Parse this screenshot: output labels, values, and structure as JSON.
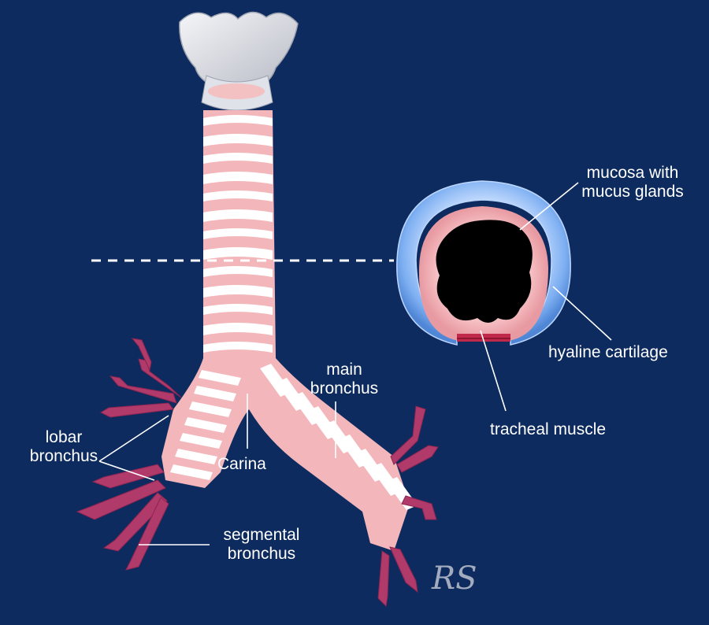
{
  "labels": {
    "mucosa_line1": "mucosa with",
    "mucosa_line2": "mucus glands",
    "hyaline": "hyaline cartilage",
    "tracheal_muscle": "tracheal muscle",
    "main_bronchus_line1": "main",
    "main_bronchus_line2": "bronchus",
    "lobar_line1": "lobar",
    "lobar_line2": "bronchus",
    "carina": "Carina",
    "segmental_line1": "segmental",
    "segmental_line2": "bronchus"
  },
  "signature": "RS",
  "colors": {
    "background": "#0d2b5e",
    "cartilage_ring": "#ffffff",
    "mucosa": "#f4b3b8",
    "bronchi": "#b03a6a",
    "hyaline_blue": "#6aa6f0",
    "lumen": "#000000"
  }
}
